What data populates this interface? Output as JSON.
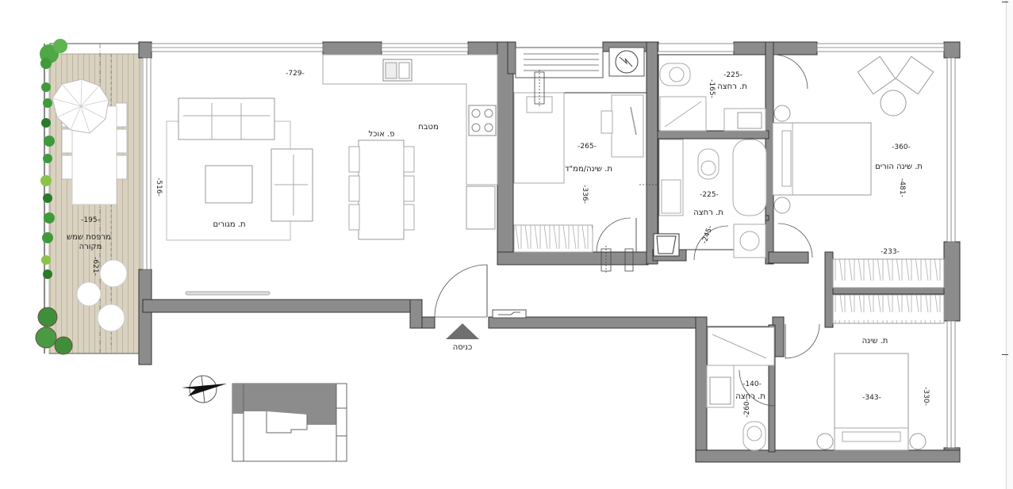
{
  "plan": {
    "colors": {
      "wall": "#8c8c8c",
      "wall_outline": "#333333",
      "deck": "#d9d2c0",
      "deck_line": "#b8b09a",
      "furniture_line": "#9a9a9a",
      "plant_green": "#3f9a3a",
      "plant_light": "#7cc35a",
      "entrance_marker": "#6f6f6f"
    },
    "rooms": [
      {
        "id": "balcony",
        "label": "מרפסת שמש",
        "label2": "מקורה",
        "dim_w": "-195-",
        "dim_h": "-621-"
      },
      {
        "id": "living",
        "label": "ת. מגורים",
        "dim_w": "-729-",
        "dim_h": "-516-"
      },
      {
        "id": "dining",
        "label": "פ. אוכל"
      },
      {
        "id": "kitchen",
        "label": "מטבח"
      },
      {
        "id": "safe-room",
        "label": "ת. שינה/ממ\"ד",
        "dim_w": "-265-",
        "dim_h": "-336-"
      },
      {
        "id": "bath-1",
        "label": "ת. רחצה",
        "dim_w": "-225-",
        "dim_h": "-165-"
      },
      {
        "id": "bath-2",
        "label": "ת. רחצה",
        "dim_w": "-225-",
        "dim_h": "-245-"
      },
      {
        "id": "master-bedroom",
        "label": "ת. שינה הורים",
        "dim_w": "-360-",
        "dim_h": "-481-"
      },
      {
        "id": "closet",
        "dim_w": "-233-"
      },
      {
        "id": "bedroom",
        "label": "ת. שינה",
        "dim_w": "-343-",
        "dim_h": "-330-"
      },
      {
        "id": "bath-3",
        "label": "ת. רחצה",
        "dim_w": "-140-",
        "dim_h": "-260-"
      }
    ],
    "entrance": {
      "label": "כניסה"
    },
    "compass": {
      "icon": "north-arrow-icon"
    },
    "key_plan": {
      "icon": "key-plan-icon"
    }
  }
}
